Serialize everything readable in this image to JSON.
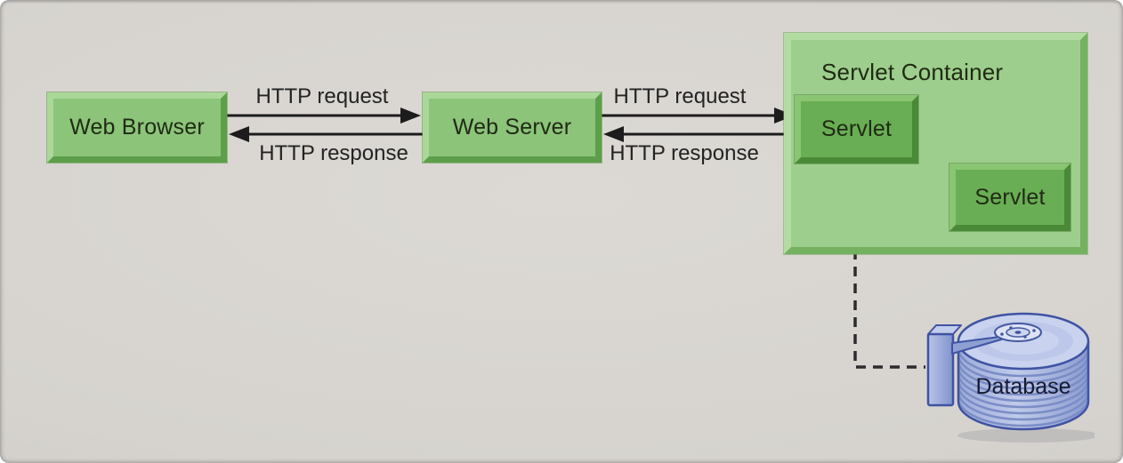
{
  "nodes": {
    "web_browser": {
      "label": "Web Browser"
    },
    "web_server": {
      "label": "Web Server"
    },
    "servlet_container": {
      "label": "Servlet Container"
    },
    "servlet_primary": {
      "label": "Servlet"
    },
    "servlet_secondary": {
      "label": "Servlet"
    },
    "database": {
      "label": "Database"
    }
  },
  "edges": {
    "browser_server_request": {
      "label": "HTTP request",
      "direction": "right",
      "style": "solid"
    },
    "browser_server_response": {
      "label": "HTTP response",
      "direction": "left",
      "style": "solid"
    },
    "server_servlet_request": {
      "label": "HTTP request",
      "direction": "right",
      "style": "solid"
    },
    "server_servlet_response": {
      "label": "HTTP response",
      "direction": "left",
      "style": "solid"
    },
    "servlet_database_link": {
      "style": "dashed"
    }
  },
  "colors": {
    "background": "#d6d3ce",
    "node_face": "#8cc47a",
    "node_highlight": "#aad898",
    "node_shadow": "#5d9e4a",
    "container_face": "#9ece8d",
    "servlet_face": "#69ae54",
    "label_text": "#1f2a13",
    "arrow": "#1c1c1c",
    "database_fill": "#b4c0e5",
    "database_outline": "#3f53a3",
    "database_text": "#141a30"
  }
}
